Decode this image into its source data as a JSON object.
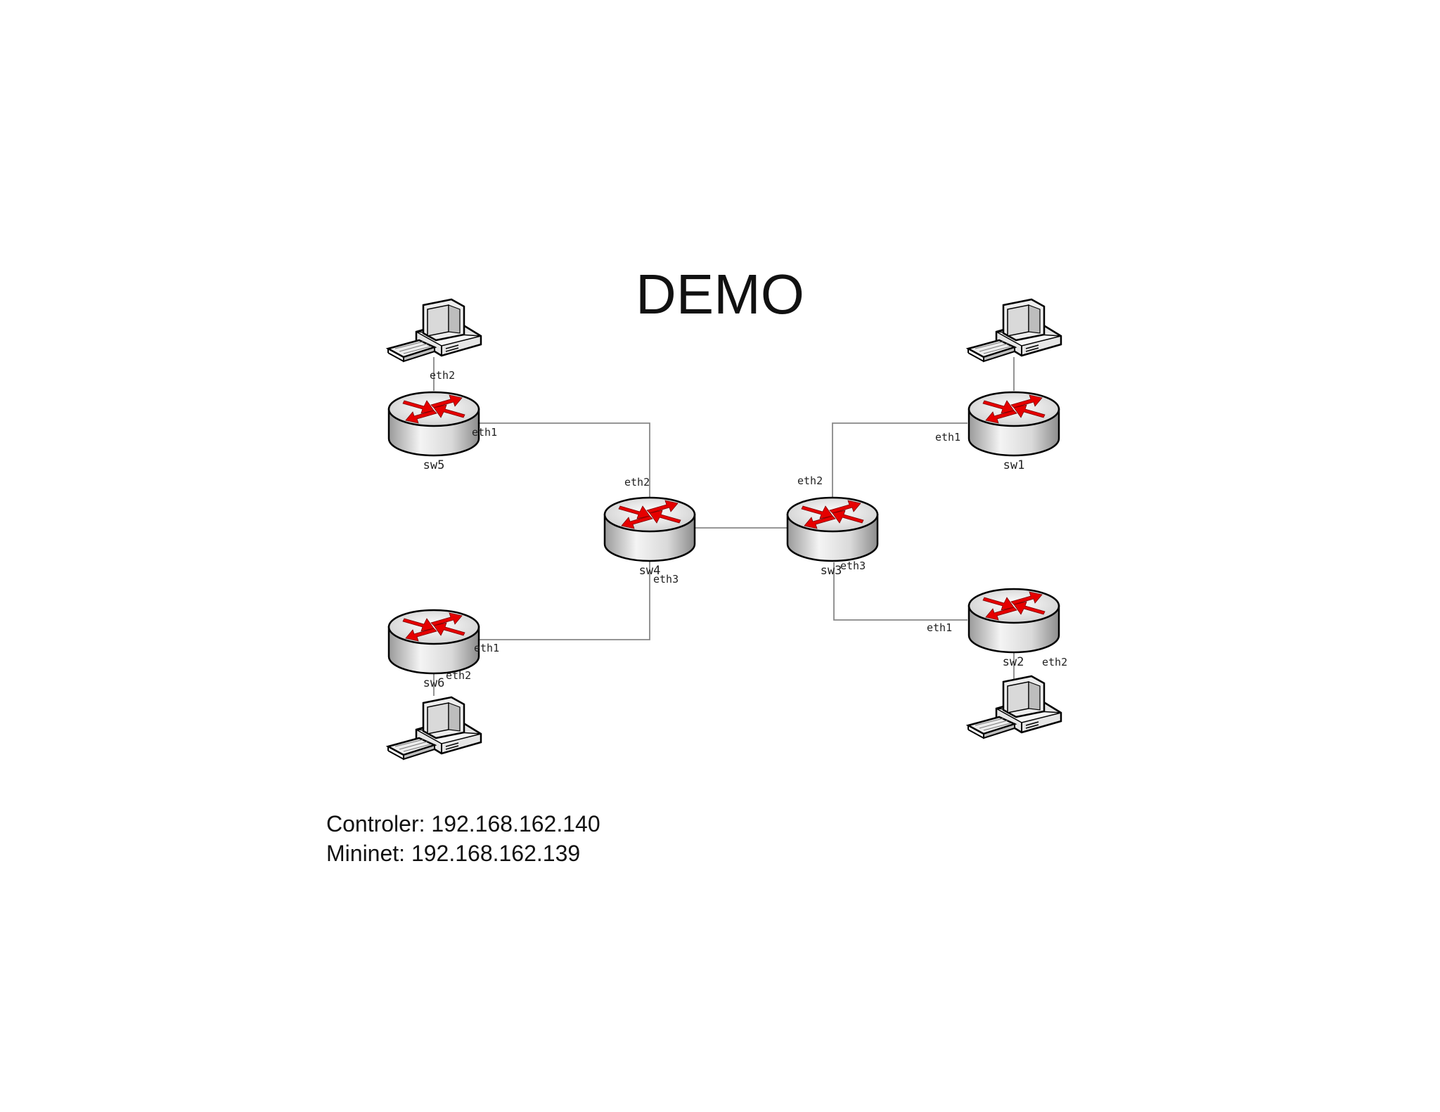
{
  "title": "DEMO",
  "switches": [
    {
      "id": "sw5",
      "label": "sw5"
    },
    {
      "id": "sw4",
      "label": "sw4"
    },
    {
      "id": "sw3",
      "label": "sw3"
    },
    {
      "id": "sw1",
      "label": "sw1"
    },
    {
      "id": "sw6",
      "label": "sw6"
    },
    {
      "id": "sw2",
      "label": "sw2"
    }
  ],
  "port_labels": {
    "sw5_eth2": "eth2",
    "sw5_eth1": "eth1",
    "sw4_eth2": "eth2",
    "sw4_eth3": "eth3",
    "sw3_eth2": "eth2",
    "sw3_eth3": "eth3",
    "sw1_eth1": "eth1",
    "sw2_eth1": "eth1",
    "sw2_eth2": "eth2",
    "sw6_eth1": "eth1",
    "sw6_eth2": "eth2"
  },
  "hosts_count_note": "",
  "info": {
    "controller": "Controler: 192.168.162.140",
    "mininet": "Mininet: 192.168.162.139"
  },
  "colors": {
    "arrow": "#e60000",
    "switch_body": "#e8e8e8",
    "link": "#888888"
  }
}
